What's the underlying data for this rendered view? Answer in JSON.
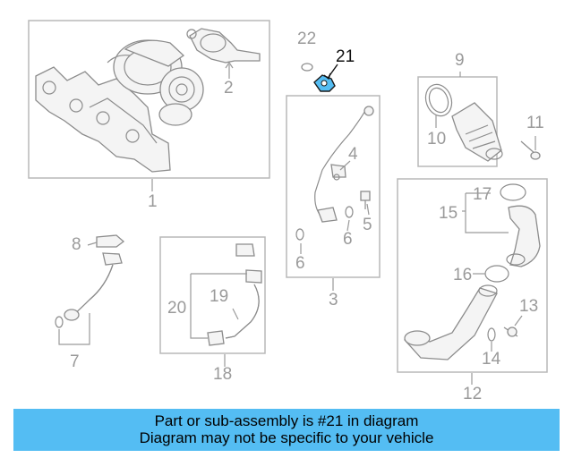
{
  "labels": {
    "n1": "1",
    "n2": "2",
    "n3": "3",
    "n4": "4",
    "n5": "5",
    "n6a": "6",
    "n6b": "6",
    "n7": "7",
    "n8": "8",
    "n9": "9",
    "n10": "10",
    "n11": "11",
    "n12": "12",
    "n13": "13",
    "n14": "14",
    "n15": "15",
    "n16": "16",
    "n17": "17",
    "n18": "18",
    "n19": "19",
    "n20": "20",
    "n21": "21",
    "n22": "22"
  },
  "highlight_part": "21",
  "colors": {
    "highlight": "#54bdf3",
    "banner": "#54bdf3",
    "label": "#9a9a9a"
  },
  "banner": {
    "line1": "Part or sub-assembly is #21 in diagram",
    "line2": "Diagram may not be specific to your vehicle"
  }
}
